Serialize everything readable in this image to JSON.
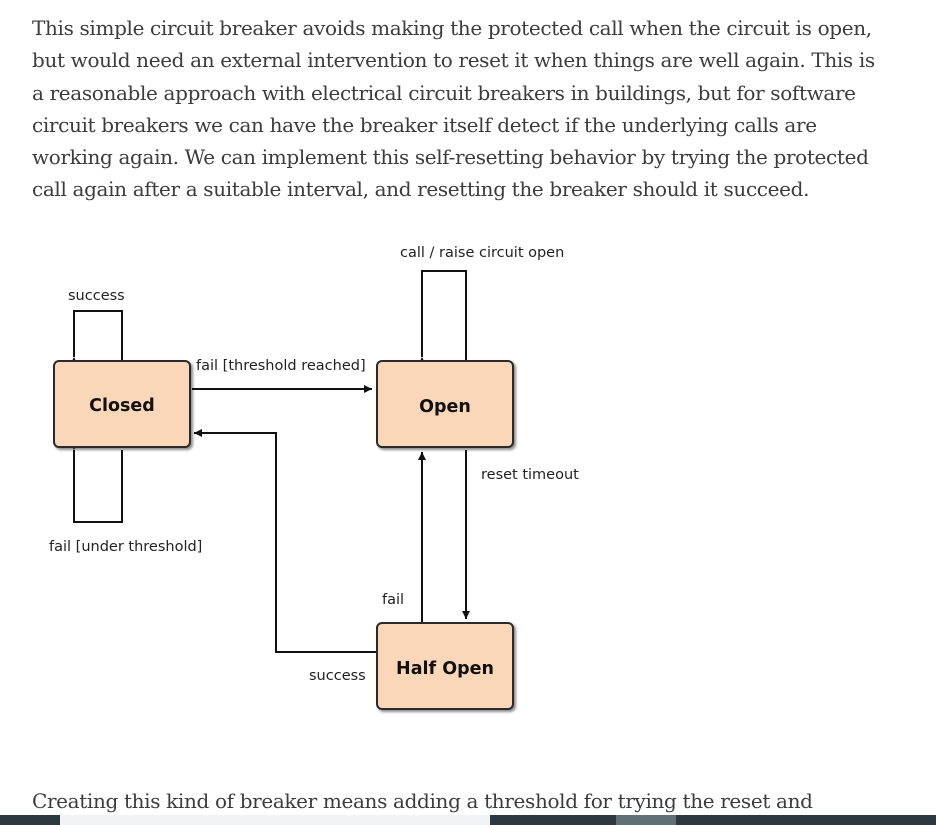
{
  "article": {
    "paragraph_1": "This simple circuit breaker avoids making the protected call when the circuit is open, but would need an external intervention to reset it when things are well again. This is a reasonable approach with electrical circuit breakers in buildings, but for software circuit breakers we can have the breaker itself detect if the underlying calls are working again. We can implement this self-resetting behavior by trying the protected call again after a suitable interval, and resetting the breaker should it succeed.",
    "paragraph_2": "Creating this kind of breaker means adding a threshold for trying the reset and"
  },
  "diagram": {
    "states": {
      "closed": "Closed",
      "open": "Open",
      "half_open": "Half Open"
    },
    "labels": {
      "closed_success": "success",
      "closed_fail_under": "fail [under threshold]",
      "closed_to_open": "fail [threshold reached]",
      "open_self": "call / raise circuit open",
      "open_reset_timeout": "reset timeout",
      "half_open_fail": "fail",
      "half_open_success": "success"
    },
    "colors": {
      "state_fill": "#fad7b8",
      "state_stroke": "#2a2a2a"
    }
  }
}
